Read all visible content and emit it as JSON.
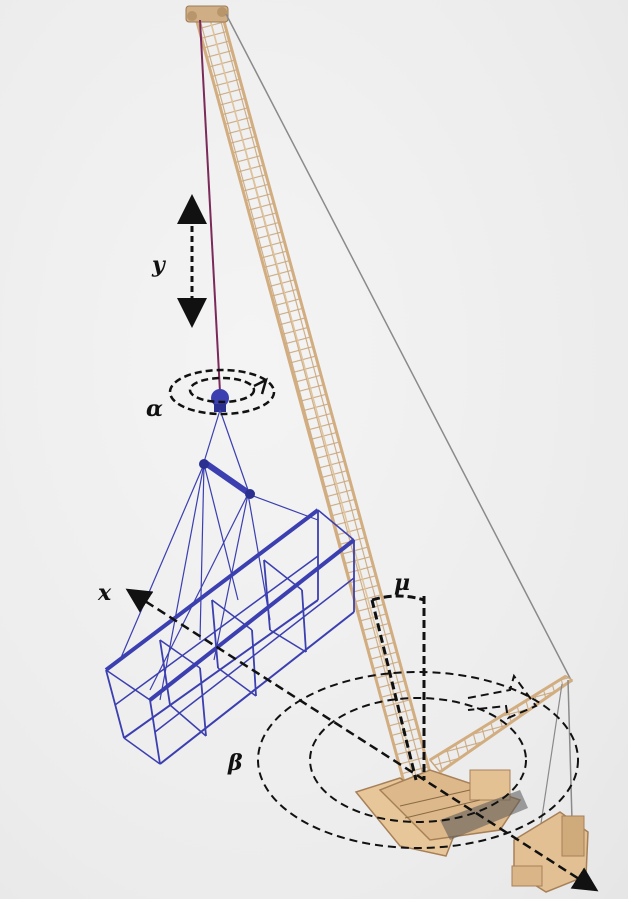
{
  "labels": {
    "y": "y",
    "alpha": "α",
    "x": "x",
    "mu": "μ",
    "beta": "β"
  },
  "colors": {
    "background": "#ededed",
    "boom": "#d9b98c",
    "boom_dark": "#b8956a",
    "load_frame": "#3b3fb0",
    "hoist_line": "#7a2a5a",
    "annotation": "#111111"
  },
  "icons": [
    "crane-boom",
    "crane-base",
    "counterweight",
    "hook-block",
    "spreader-beam",
    "scaffold-load"
  ]
}
